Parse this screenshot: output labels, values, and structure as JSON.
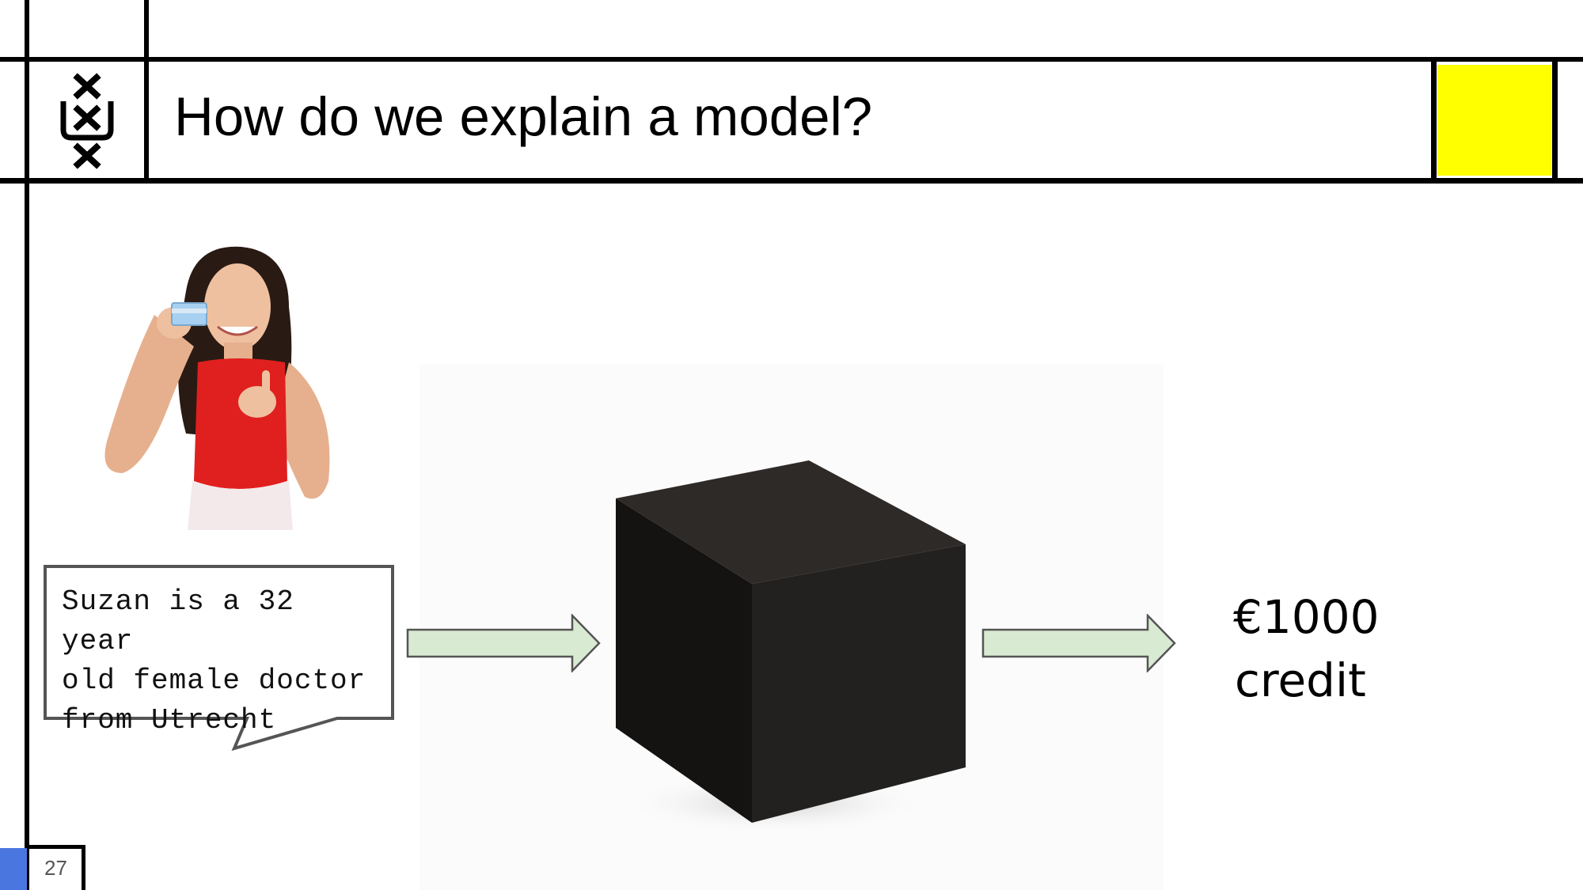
{
  "slide": {
    "title": "How do we explain a model?",
    "page_number": "27"
  },
  "input": {
    "description": "Suzan is a 32 year\nold female doctor\nfrom Utrecht"
  },
  "output": {
    "amount": "€1000",
    "label": "credit"
  },
  "colors": {
    "accent_yellow": "#ffff00",
    "page_blue": "#4a76e0",
    "arrow_fill": "#d9ead3",
    "arrow_stroke": "#555555",
    "top_red": "#e0201e"
  },
  "icons": {
    "logo": "uva-logo",
    "arrow": "right-arrow"
  }
}
